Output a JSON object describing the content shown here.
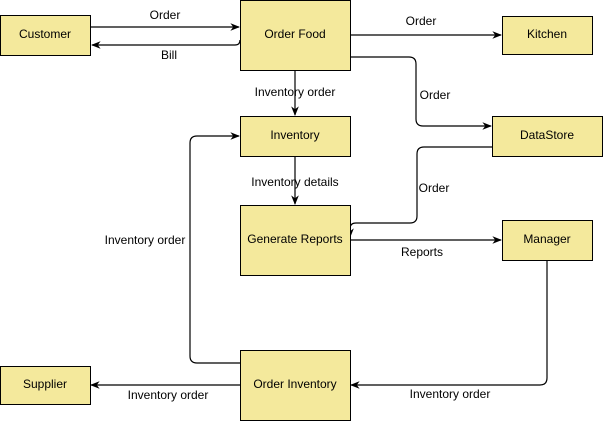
{
  "nodes": {
    "customer": "Customer",
    "order_food": "Order Food",
    "kitchen": "Kitchen",
    "inventory": "Inventory",
    "datastore": "DataStore",
    "generate_reports": "Generate Reports",
    "manager": "Manager",
    "supplier": "Supplier",
    "order_inventory": "Order Inventory"
  },
  "edges": {
    "customer_to_order_food": "Order",
    "order_food_to_customer": "Bill",
    "order_food_to_kitchen": "Order",
    "order_food_to_datastore": "Order",
    "order_food_to_inventory": "Inventory order",
    "inventory_to_generate_reports": "Inventory details",
    "datastore_to_generate_reports": "Order",
    "generate_reports_to_manager": "Reports",
    "manager_to_order_inventory": "Inventory order",
    "order_inventory_to_inventory": "Inventory order",
    "order_inventory_to_supplier": "Inventory order"
  },
  "colors": {
    "node_fill": "#f4e99c",
    "stroke": "#000000"
  }
}
